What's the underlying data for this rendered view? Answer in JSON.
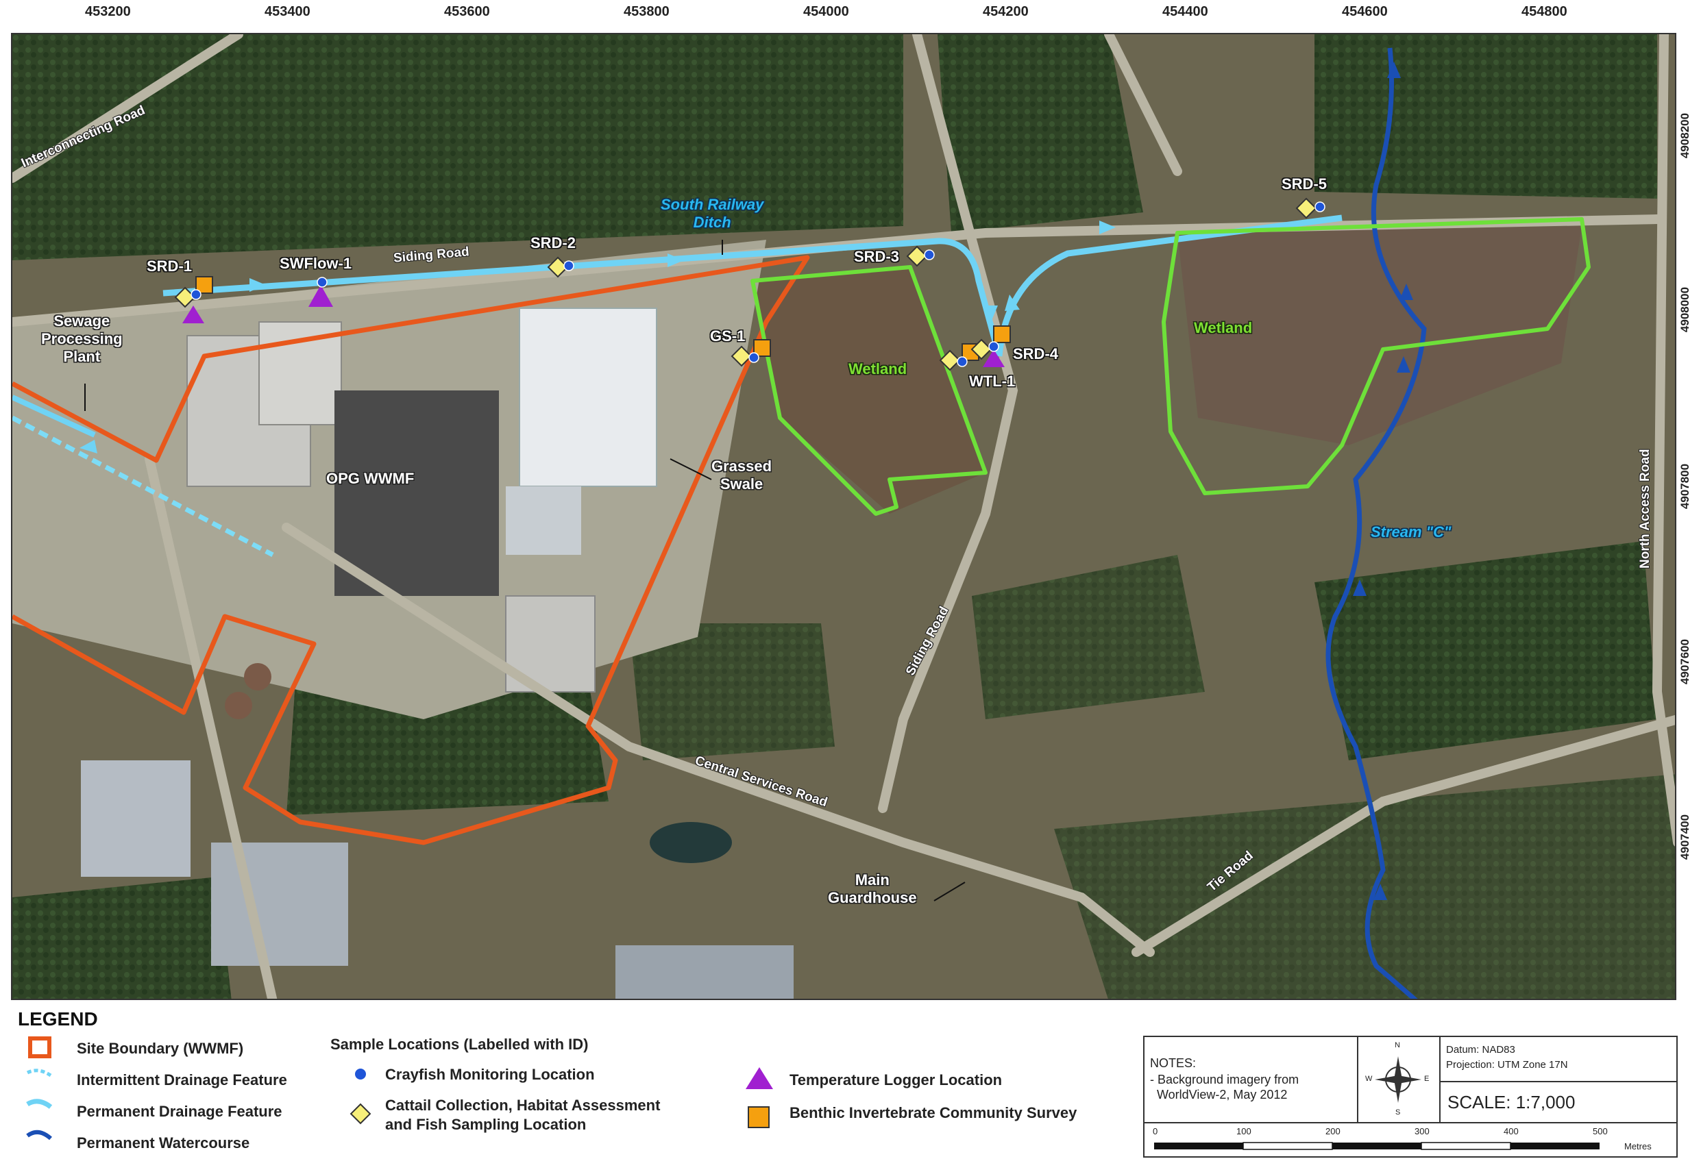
{
  "grid": {
    "easting_ticks": [
      "453200",
      "453400",
      "453600",
      "453800",
      "454000",
      "454200",
      "454400",
      "454600",
      "454800"
    ],
    "northing_ticks": [
      "4908200",
      "4908000",
      "4907800",
      "4907600",
      "4907400"
    ]
  },
  "map_labels": {
    "interconnecting_road": "Interconnecting Road",
    "siding_road_top": "Siding Road",
    "siding_road_side": "Siding Road",
    "south_railway_ditch_1": "South Railway",
    "south_railway_ditch_2": "Ditch",
    "sewage_1": "Sewage",
    "sewage_2": "Processing",
    "sewage_3": "Plant",
    "opg_wwmf": "OPG WWMF",
    "grassed_1": "Grassed",
    "grassed_2": "Swale",
    "wetland_left": "Wetland",
    "wetland_right": "Wetland",
    "stream_c": "Stream \"C\"",
    "north_access_road": "North Access Road",
    "central_services_road": "Central Services Road",
    "tie_road": "Tie Road",
    "guardhouse_1": "Main",
    "guardhouse_2": "Guardhouse"
  },
  "sample_locations": [
    {
      "id": "SRD-1"
    },
    {
      "id": "SWFlow-1"
    },
    {
      "id": "SRD-2"
    },
    {
      "id": "SRD-3"
    },
    {
      "id": "GS-1"
    },
    {
      "id": "SRD-4"
    },
    {
      "id": "WTL-1"
    },
    {
      "id": "SRD-5"
    }
  ],
  "legend": {
    "title": "LEGEND",
    "site_boundary": "Site Boundary (WWMF)",
    "intermittent": "Intermittent Drainage Feature",
    "permanent_drainage": "Permanent Drainage Feature",
    "permanent_watercourse": "Permanent Watercourse",
    "sample_heading": "Sample Locations (Labelled with ID)",
    "crayfish": "Crayfish Monitoring Location",
    "cattail_1": "Cattail Collection, Habitat Assessment",
    "cattail_2": "and Fish Sampling Location",
    "temperature": "Temperature Logger Location",
    "benthic": "Benthic Invertebrate Community Survey"
  },
  "notes": {
    "heading": "NOTES:",
    "line1": "- Background imagery from",
    "line2": "WorldView-2, May 2012",
    "datum": "Datum: NAD83",
    "projection": "Projection: UTM Zone 17N",
    "scale": "SCALE: 1:7,000",
    "scale_ticks": [
      "0",
      "100",
      "200",
      "300",
      "400",
      "500"
    ],
    "scale_unit": "Metres",
    "compass": {
      "n": "N",
      "s": "S",
      "e": "E",
      "w": "W"
    }
  },
  "colors": {
    "site_boundary": "#e8581c",
    "drainage": "#6fd3f5",
    "watercourse": "#1a4fb5",
    "wetland": "#6ee03a",
    "crayfish": "#1f55d8",
    "cattail": "#f7ef7a",
    "temperature": "#a020d0",
    "benthic": "#f5a00f"
  }
}
